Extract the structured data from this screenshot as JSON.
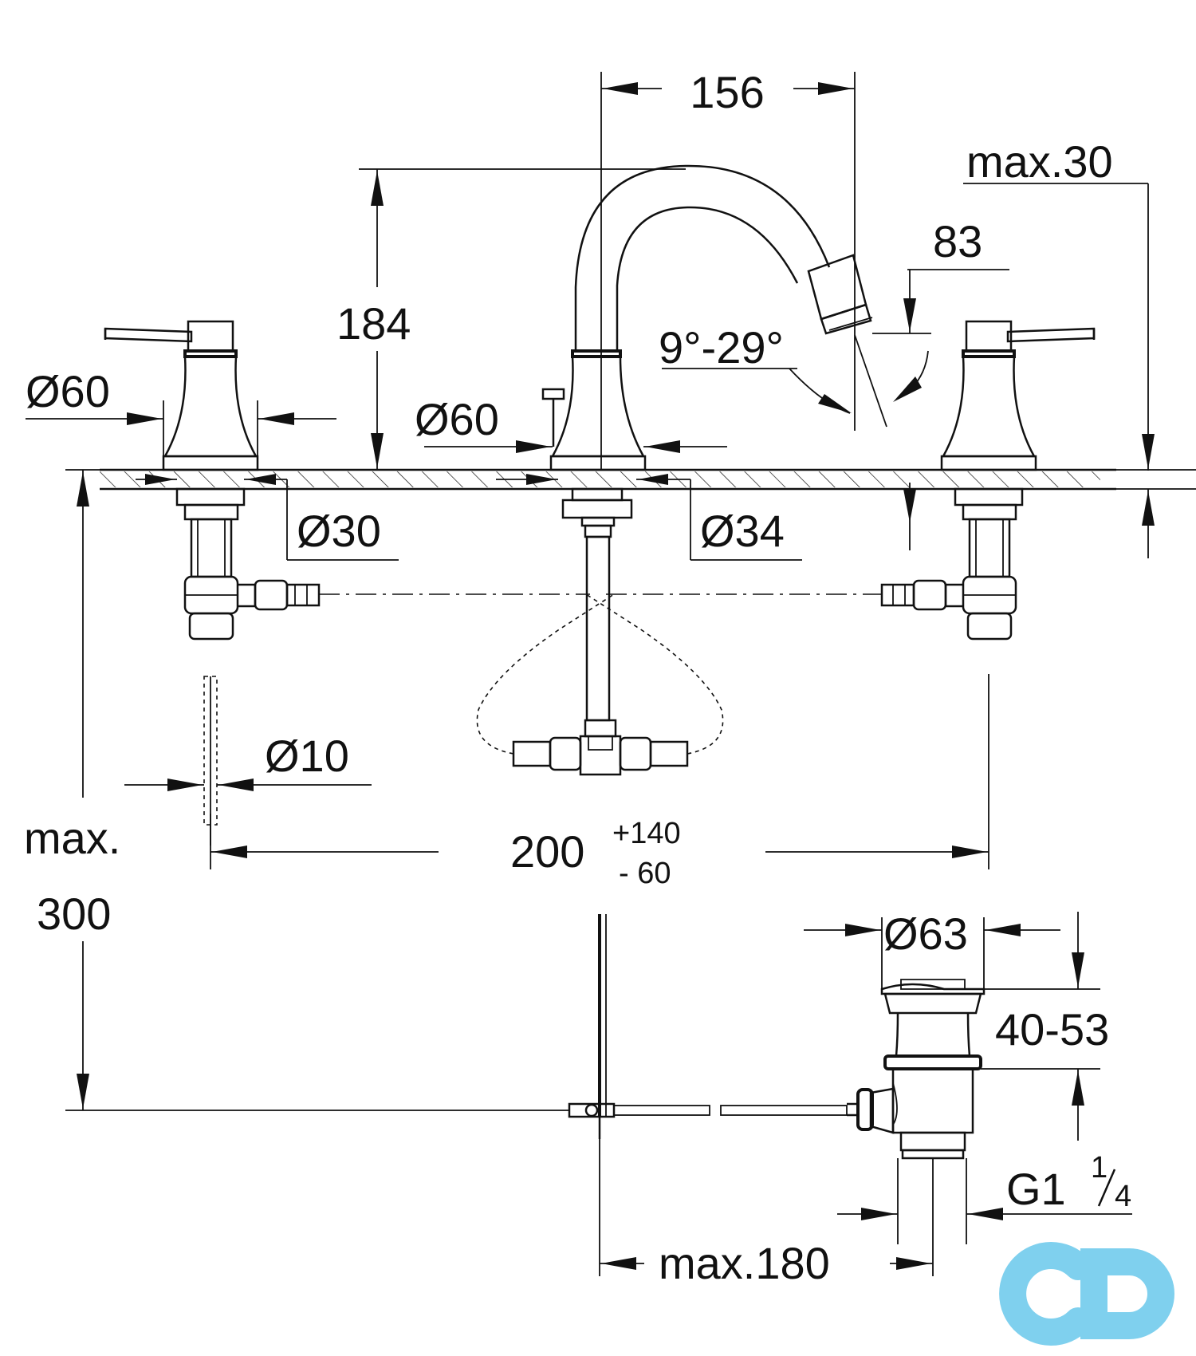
{
  "dimensions": {
    "spout_reach": "156",
    "aerator_max": "max.30",
    "spout_drop": "83",
    "height": "184",
    "swivel_angle": "9°-29°",
    "left_handle_dia": "Ø60",
    "center_body_dia": "Ø60",
    "left_hole_dia": "Ø30",
    "center_hole_dia": "Ø34",
    "rod_dia": "Ø10",
    "spacing_nominal": "200",
    "spacing_plus": "+140",
    "spacing_minus": "-  60",
    "depth_label_1": "max.",
    "depth_label_2": "300",
    "waste_dia": "Ø63",
    "waste_height": "40-53",
    "thread_g": "G1",
    "thread_num": "1",
    "thread_den": "4",
    "waste_offset": "max.180"
  },
  "colors": {
    "line": "#111111",
    "watermark": "#7fd0ee"
  }
}
